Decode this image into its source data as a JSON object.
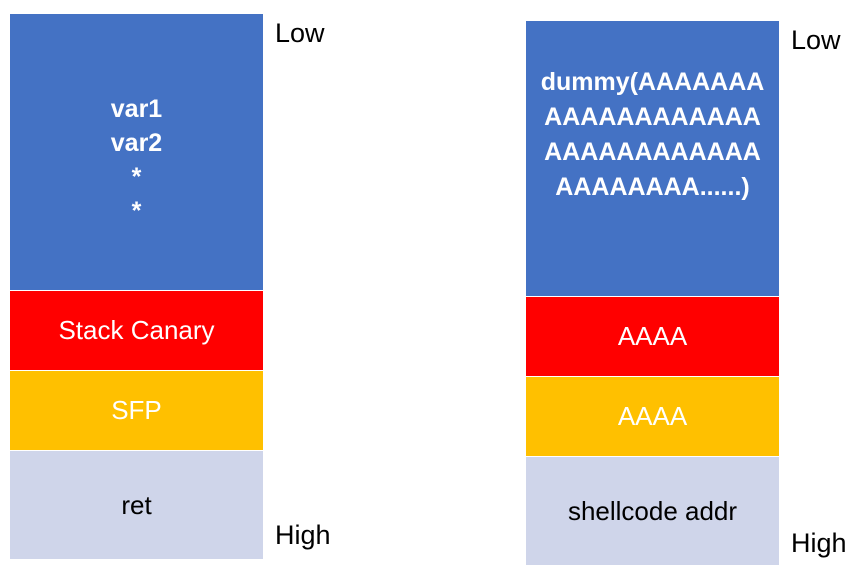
{
  "left_stack": {
    "vars": [
      "var1",
      "var2",
      "*",
      "*"
    ],
    "canary": "Stack Canary",
    "sfp": "SFP",
    "ret": "ret",
    "low_label": "Low",
    "high_label": "High"
  },
  "right_stack": {
    "dummy": "dummy(AAAAAAAAAAAAAAAAAAAAAAAAAAAAAAAAAAAAAAA......)",
    "canary": "AAAA",
    "sfp": "AAAA",
    "ret": "shellcode addr",
    "low_label": "Low",
    "high_label": "High"
  },
  "colors": {
    "locals": "#4472c4",
    "canary": "#ff0000",
    "sfp": "#ffc000",
    "ret": "#cfd5ea"
  }
}
